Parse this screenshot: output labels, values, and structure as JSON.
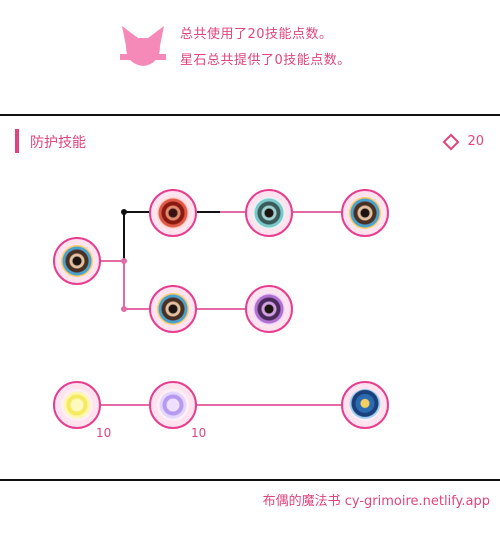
{
  "header": {
    "summary_line1": "总共使用了20技能点数。",
    "summary_line2": "星石总共提供了0技能点数。"
  },
  "section": {
    "title": "防护技能",
    "points": "20"
  },
  "nodes": [
    {
      "name": "skill-node-root"
    },
    {
      "name": "skill-node-upper-1"
    },
    {
      "name": "skill-node-upper-2"
    },
    {
      "name": "skill-node-upper-3"
    },
    {
      "name": "skill-node-lower-1"
    },
    {
      "name": "skill-node-lower-2"
    },
    {
      "name": "skill-node-bottom-1",
      "level": "10"
    },
    {
      "name": "skill-node-bottom-2",
      "level": "10"
    },
    {
      "name": "skill-node-bottom-3"
    }
  ],
  "footer": {
    "credit": "布偶的魔法书 cy-grimoire.netlify.app"
  },
  "colors": {
    "accent": "#e0447e",
    "line": "#e36ba5",
    "rule": "#111111"
  }
}
